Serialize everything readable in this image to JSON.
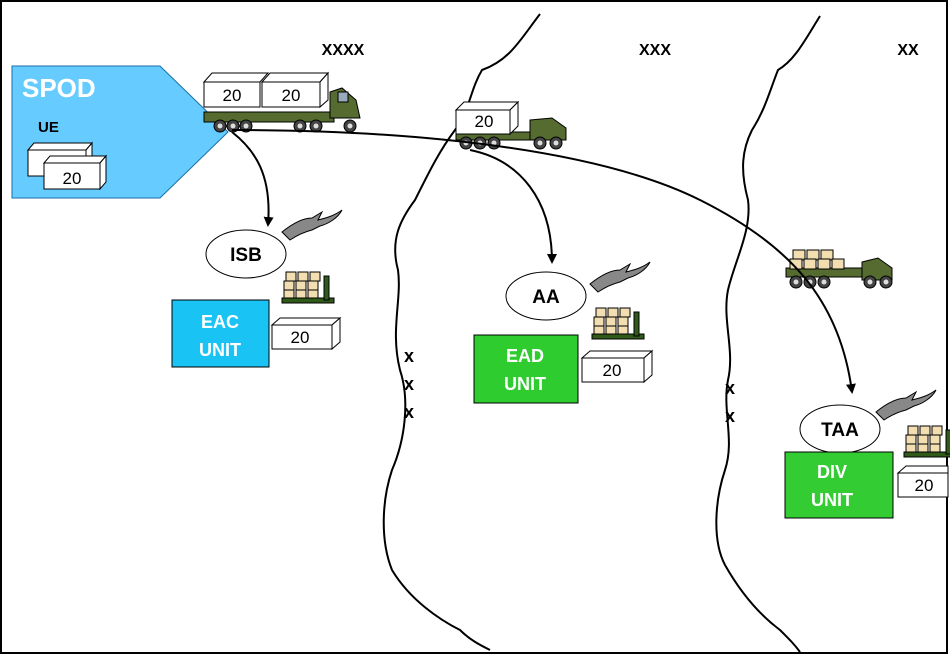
{
  "echelons": {
    "xxxx": "XXXX",
    "xxx": "XXX",
    "xx": "XX"
  },
  "boundary_marks": {
    "left": [
      "x",
      "x",
      "x"
    ],
    "right": [
      "x",
      "x"
    ]
  },
  "spod": {
    "title": "SPOD",
    "ue_label": "UE",
    "container_number": "20"
  },
  "trucks": {
    "main_containers": [
      "20",
      "20"
    ],
    "second_container": "20"
  },
  "nodes": {
    "isb": "ISB",
    "aa": "AA",
    "taa": "TAA"
  },
  "units": {
    "eac": {
      "line1": "EAC",
      "line2": "UNIT",
      "container_number": "20",
      "color": "#19c4f4"
    },
    "ead": {
      "line1": "EAD",
      "line2": "UNIT",
      "container_number": "20",
      "color": "#2ecc2e"
    },
    "div": {
      "line1": "DIV",
      "line2": "UNIT",
      "container_number": "20",
      "color": "#33cc33"
    }
  },
  "colors": {
    "spod_fill": "#66ccff",
    "truck_green": "#556b2f",
    "cargo": "#f2deb0"
  }
}
